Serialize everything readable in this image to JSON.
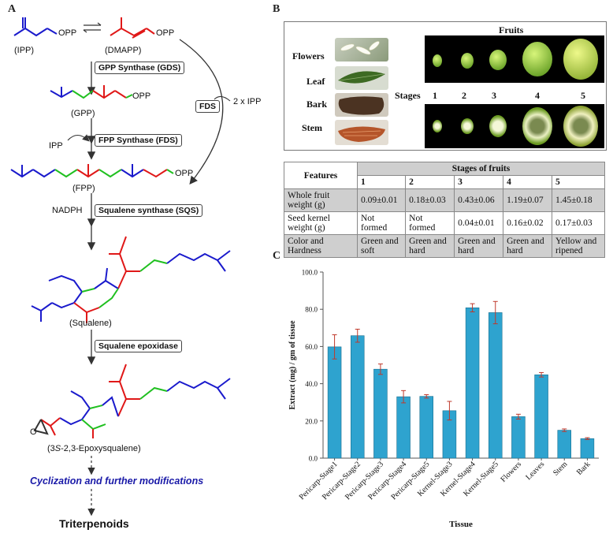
{
  "panel_a": {
    "letter": "A",
    "ipp": "(IPP)",
    "opp1": "OPP",
    "dmapp": "(DMAPP)",
    "opp2": "OPP",
    "gds": "GPP Synthase (GDS)",
    "gpp": "(GPP)",
    "opp3": "OPP",
    "fds_box": "FDS",
    "two_ipp": "2 x IPP",
    "ipp_side": "IPP",
    "fpps": "FPP Synthase (FDS)",
    "fpp": "(FPP)",
    "opp4": "OPP",
    "nadph": "NADPH",
    "sqs": "Squalene synthase (SQS)",
    "squalene": "(Squalene)",
    "sqe": "Squalene epoxidase",
    "epoxy_prefix": "(3",
    "epoxy_italic": "S",
    "epoxy_suffix": "-2,3-Epoxysqualene)",
    "o_label": "O",
    "cyclization": "Cyclization and further modifications",
    "triterpenoids": "Triterpenoids"
  },
  "panel_b": {
    "letter": "B",
    "tissue_labels": [
      "Flowers",
      "Leaf",
      "Bark",
      "Stem"
    ],
    "fruits_title": "Fruits",
    "stages_label": "Stages",
    "stage_numbers": [
      "1",
      "2",
      "3",
      "4",
      "5"
    ],
    "table": {
      "features_header": "Features",
      "stages_header": "Stages of fruits",
      "stage_cols": [
        "1",
        "2",
        "3",
        "4",
        "5"
      ],
      "rows": [
        {
          "label": "Whole fruit weight (g)",
          "cells": [
            "0.09±0.01",
            "0.18±0.03",
            "0.43±0.06",
            "1.19±0.07",
            "1.45±0.18"
          ]
        },
        {
          "label": "Seed kernel weight (g)",
          "cells": [
            "Not formed",
            "Not formed",
            "0.04±0.01",
            "0.16±0.02",
            "0.17±0.03"
          ]
        },
        {
          "label": "Color and Hardness",
          "cells": [
            "Green and soft",
            "Green and hard",
            "Green and hard",
            "Green and hard",
            "Yellow and ripened"
          ]
        }
      ]
    }
  },
  "panel_c": {
    "letter": "C"
  },
  "colors": {
    "bar": "#2ea3cf",
    "bar_edge": "#1b6f8f",
    "error": "#c0392b",
    "blue_chain": "#1a1acc",
    "red_chain": "#e01818",
    "green_chain": "#20c020"
  },
  "chart_data": {
    "type": "bar",
    "title": "",
    "xlabel": "Tissue",
    "ylabel": "Extract (mg) / gm  of tissue",
    "ylim": [
      0,
      100
    ],
    "yticks": [
      "0.0",
      "20.0",
      "40.0",
      "60.0",
      "80.0",
      "100.0"
    ],
    "grid": false,
    "categories": [
      "Pericarp-Stage1",
      "Pericarp-Stage2",
      "Pericarp-Stage3",
      "Pericarp-Stage4",
      "Pericarp-Stage5",
      "Kernel-Stage3",
      "Kernel-Stage4",
      "Kernel-Stage5",
      "Flowers",
      "Leaves",
      "Stem",
      "Bark"
    ],
    "values": [
      59.8,
      65.8,
      47.8,
      33.0,
      33.2,
      25.5,
      80.8,
      78.2,
      22.3,
      44.8,
      15.0,
      10.5
    ],
    "errors": [
      6.5,
      3.5,
      2.8,
      3.3,
      0.9,
      5.0,
      2.2,
      6.0,
      1.3,
      1.2,
      0.7,
      0.5
    ]
  }
}
